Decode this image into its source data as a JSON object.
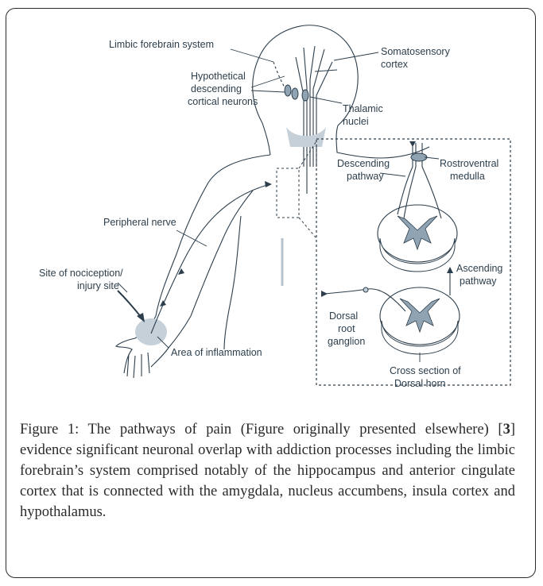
{
  "labels": {
    "limbic": "Limbic forebrain system",
    "hypothetical_1": "Hypothetical",
    "hypothetical_2": "descending",
    "hypothetical_3": "cortical neurons",
    "somatosensory_1": "Somatosensory",
    "somatosensory_2": "cortex",
    "thalamic_1": "Thalamic",
    "thalamic_2": "nuclei",
    "descending_1": "Descending",
    "descending_2": "pathway",
    "rostroventral_1": "Rostroventral",
    "rostroventral_2": "medulla",
    "peripheral": "Peripheral nerve",
    "ascending_1": "Ascending",
    "ascending_2": "pathway",
    "nociception_1": "Site of nociception/",
    "nociception_2": "injury site",
    "dorsal_root_1": "Dorsal",
    "dorsal_root_2": "root",
    "dorsal_root_3": "ganglion",
    "inflammation": "Area of inflammation",
    "cross_section_1": "Cross section of",
    "cross_section_2": "Dorsal horn"
  },
  "caption": {
    "prefix": "Figure 1: The pathways of pain (Figure originally presented elsewhere) [",
    "ref": "3",
    "suffix": "] evidence significant neuronal overlap with addiction processes including the limbic forebrain’s system comprised notably of the hippocampus and anterior cingulate cortex that is connected with the amygdala, nucleus accumbens, insula cortex and hypothalamus."
  },
  "colors": {
    "line": "#2c3e4c",
    "shade": "#8fa3b3",
    "inflammation": "#c5d0d9"
  }
}
